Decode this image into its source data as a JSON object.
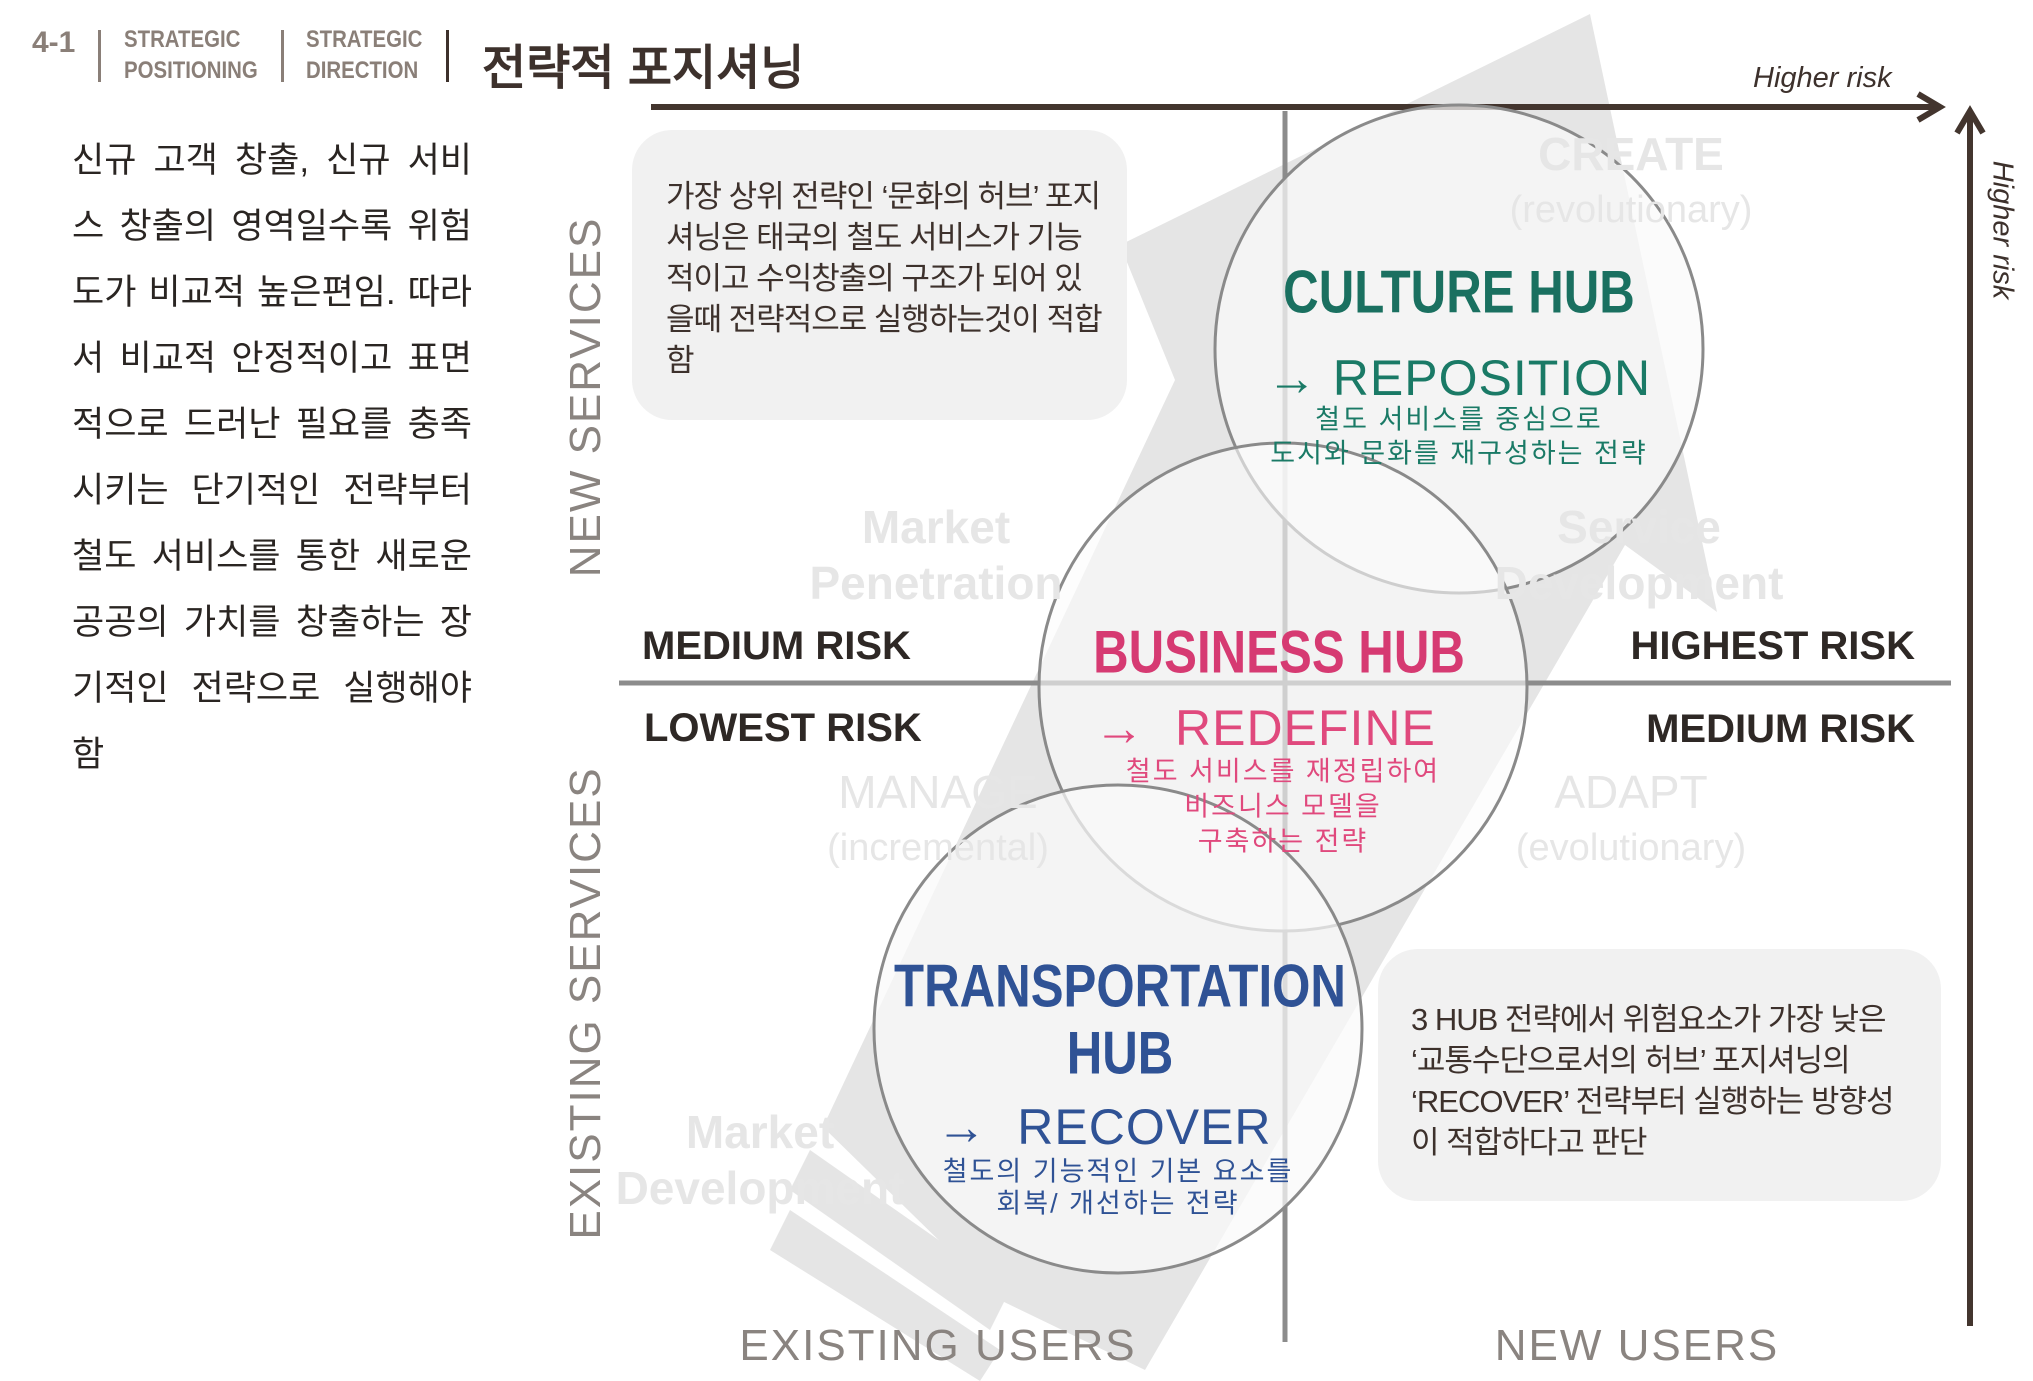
{
  "header": {
    "section_number": "4-1",
    "breadcrumb": [
      {
        "line1": "STRATEGIC",
        "line2": "POSITIONING"
      },
      {
        "line1": "STRATEGIC",
        "line2": "DIRECTION"
      }
    ],
    "title": "전략적 포지셔닝"
  },
  "intro_text": "신규 고객 창출, 신규 서비스 창출의 영역일수록 위험도가 비교적 높은편임. 따라서 비교적 안정적이고 표면적으로 드러난 필요를 충족시키는 단기적인 전략부터 철도 서비스를 통한 새로운 공공의 가치를 창출하는 장기적인 전략으로 실행해야함",
  "axes": {
    "top_arrow_label": "Higher risk",
    "right_arrow_label": "Higher risk",
    "y_top": "NEW SERVICES",
    "y_bottom": "EXISTING SERVICES",
    "x_left": "EXISTING USERS",
    "x_right": "NEW USERS"
  },
  "risk_labels": {
    "top_left": "MEDIUM RISK",
    "bottom_left": "LOWEST RISK",
    "top_right": "HIGHEST RISK",
    "bottom_right": "MEDIUM RISK"
  },
  "quadrant_watermarks": {
    "create": {
      "line1": "CREATE",
      "line2": "(revolutionary)"
    },
    "market_penetration": {
      "line1": "Market",
      "line2": "Penetration"
    },
    "service_development": {
      "line1": "Service",
      "line2": "Development"
    },
    "manage": {
      "line1": "MANAGE",
      "line2": "(incremental)"
    },
    "adapt": {
      "line1": "ADAPT",
      "line2": "(evolutionary)"
    },
    "market_development": {
      "line1": "Market",
      "line2": "Development"
    }
  },
  "hubs": {
    "culture": {
      "title": "CULTURE HUB",
      "arrow": "→",
      "action": "REPOSITION",
      "desc1": "철도 서비스를 중심으로",
      "desc2": "도시와 문화를 재구성하는 전략",
      "color": "#1a7060"
    },
    "business": {
      "title": "BUSINESS HUB",
      "arrow": "→",
      "action": "REDEFINE",
      "desc1": "철도 서비스를 재정립하여",
      "desc2": "비즈니스 모델을",
      "desc3": "구축하는 전략",
      "color": "#d63a72"
    },
    "transport": {
      "title1": "TRANSPORTATION",
      "title2": "HUB",
      "arrow": "→",
      "action": "RECOVER",
      "desc1": "철도의 기능적인 기본 요소를",
      "desc2": "회복/ 개선하는 전략",
      "color": "#2f5295"
    }
  },
  "notes": {
    "top_left": "가장 상위 전략인 ‘문화의 허브’ 포지셔닝은 태국의 철도 서비스가 기능적이고 수익창출의 구조가 되어 있을때 전략적으로 실행하는것이 적합함",
    "bottom_right": "3 HUB 전략에서 위험요소가 가장 낮은 ‘교통수단으로서의 허브’ 포지셔닝의 ‘RECOVER’ 전략부터 실행하는 방향성이 적합하다고 판단"
  }
}
